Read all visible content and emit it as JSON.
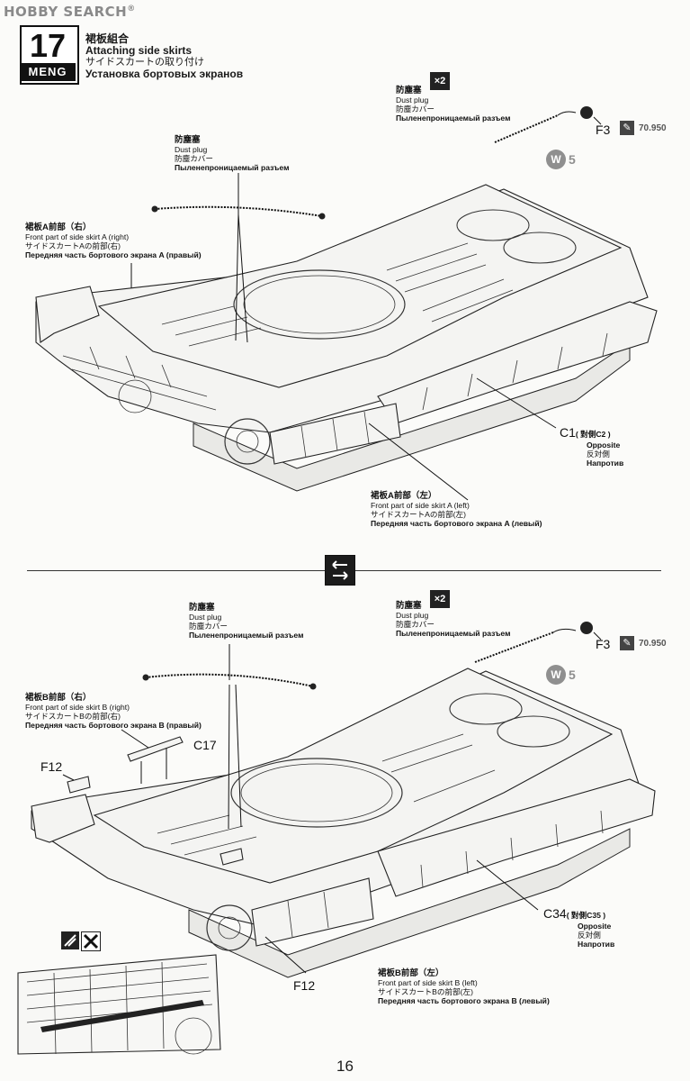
{
  "watermark": "HOBBY SEARCH",
  "watermark_reg": "®",
  "step": {
    "number": "17",
    "brand": "MENG"
  },
  "title": {
    "zh": "裙板組合",
    "en": "Attaching side skirts",
    "jp": "サイドスカートの取り付け",
    "ru": "Установка бортовых экранов"
  },
  "top": {
    "dust_plug_a": {
      "zh": "防塵塞",
      "en": "Dust plug",
      "jp": "防塵カバー",
      "ru": "Пыленепроницаемый разъем"
    },
    "dust_plug_b": {
      "zh": "防塵塞",
      "en": "Dust plug",
      "jp": "防塵カバー",
      "ru": "Пыленепроницаемый разъем"
    },
    "qty": "×2",
    "part_f3": "F3",
    "paint_code": "70.950",
    "w_mark": "W",
    "w_num": "5",
    "skirt_right": {
      "zh": "裙板A前部（右）",
      "en": "Front part of side skirt A (right)",
      "jp": "サイドスカートAの前部(右)",
      "ru": "Передняя часть бортового экрана A (правый)"
    },
    "skirt_left": {
      "zh": "裙板A前部（左）",
      "en": "Front part of side skirt A (left)",
      "jp": "サイドスカートAの前部(左)",
      "ru": "Передняя часть бортового экрана A (левый)"
    },
    "c1": {
      "part": "C1",
      "opp": "( 對側C2 )",
      "en": "Opposite",
      "jp": "反対側",
      "ru": "Напротив"
    }
  },
  "bottom": {
    "dust_plug_a": {
      "zh": "防塵塞",
      "en": "Dust plug",
      "jp": "防塵カバー",
      "ru": "Пыленепроницаемый разъем"
    },
    "dust_plug_b": {
      "zh": "防塵塞",
      "en": "Dust plug",
      "jp": "防塵カバー",
      "ru": "Пыленепроницаемый разъем"
    },
    "qty": "×2",
    "part_f3": "F3",
    "paint_code": "70.950",
    "w_mark": "W",
    "w_num": "5",
    "skirt_right": {
      "zh": "裙板B前部（右）",
      "en": "Front part of side skirt B (right)",
      "jp": "サイドスカートBの前部(右)",
      "ru": "Передняя часть бортового экрана B (правый)"
    },
    "skirt_left": {
      "zh": "裙板B前部（左）",
      "en": "Front part of side skirt B (left)",
      "jp": "サイドスカートBの前部(左)",
      "ru": "Передняя часть бортового экрана B (левый)"
    },
    "c17": "C17",
    "f12_a": "F12",
    "f12_b": "F12",
    "c34": {
      "part": "C34",
      "opp": "( 對側C35 )",
      "en": "Opposite",
      "jp": "反対側",
      "ru": "Напротив"
    }
  },
  "page_number": "16"
}
